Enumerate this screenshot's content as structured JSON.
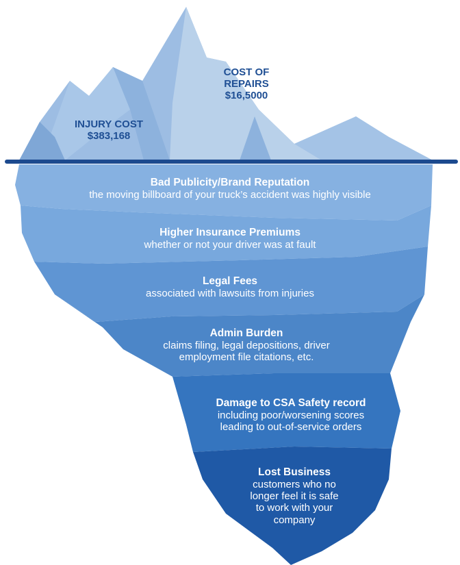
{
  "above_water": {
    "repairs": {
      "lines": [
        "COST OF",
        "REPAIRS",
        "$16,5000"
      ]
    },
    "injury": {
      "lines": [
        "INJURY COST",
        "$383,168"
      ]
    }
  },
  "layers": [
    {
      "title": "Bad Publicity/Brand Reputation",
      "desc": [
        "the moving billboard of your truck’s accident was highly visible"
      ]
    },
    {
      "title": "Higher Insurance Premiums",
      "desc": [
        "whether or not your driver was at fault"
      ]
    },
    {
      "title": "Legal Fees",
      "desc": [
        "associated with lawsuits from injuries"
      ]
    },
    {
      "title": "Admin Burden",
      "desc": [
        "claims filing, legal depositions, driver",
        "employment file citations, etc."
      ]
    },
    {
      "title": "Damage to CSA Safety record",
      "desc": [
        "including poor/worsening scores",
        "leading to out-of-service orders"
      ]
    },
    {
      "title": "Lost Business",
      "desc": [
        "customers who no",
        "longer feel it is safe",
        "to work with your",
        "company"
      ]
    }
  ],
  "colors": {
    "tip_light": "#b9d1ea",
    "tip_mid": "#9dbde3",
    "tip_dark": "#7fa7d6",
    "label_blue": "#1f4f94",
    "waterline": "#1c4a8f",
    "layer_1": "#86b1e1",
    "layer_2": "#78a8dd",
    "layer_3": "#5f95d3",
    "layer_4": "#4c86c8",
    "layer_5": "#3575bf",
    "layer_6": "#1f59a6"
  }
}
